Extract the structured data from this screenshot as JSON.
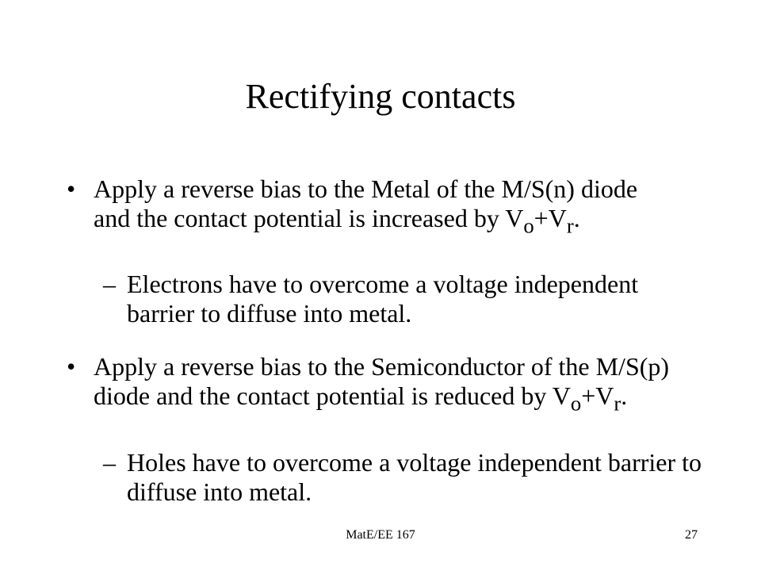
{
  "slide": {
    "title": "Rectifying contacts",
    "bullets": [
      {
        "marker": "•",
        "text": "Apply a reverse bias to the Metal of the M/S(n) diode and the contact potential is increased by ",
        "v1": "V",
        "sub1": "o",
        "plus": "+",
        "v2": "V",
        "sub2": "r",
        "end": ".",
        "sub_item": {
          "marker": "–",
          "text": "Electrons have to overcome a voltage independent barrier to diffuse into metal."
        }
      },
      {
        "marker": "•",
        "text": "Apply a reverse bias to the Semiconductor of the M/S(p) diode and the contact potential is reduced by ",
        "v1": "V",
        "sub1": "o",
        "plus": "+",
        "v2": "V",
        "sub2": "r",
        "end": ".",
        "sub_item": {
          "marker": "–",
          "text": " Holes have to overcome a voltage independent barrier to diffuse into metal."
        }
      }
    ],
    "footer": {
      "course": "MatE/EE 167",
      "page_number": "27"
    }
  }
}
